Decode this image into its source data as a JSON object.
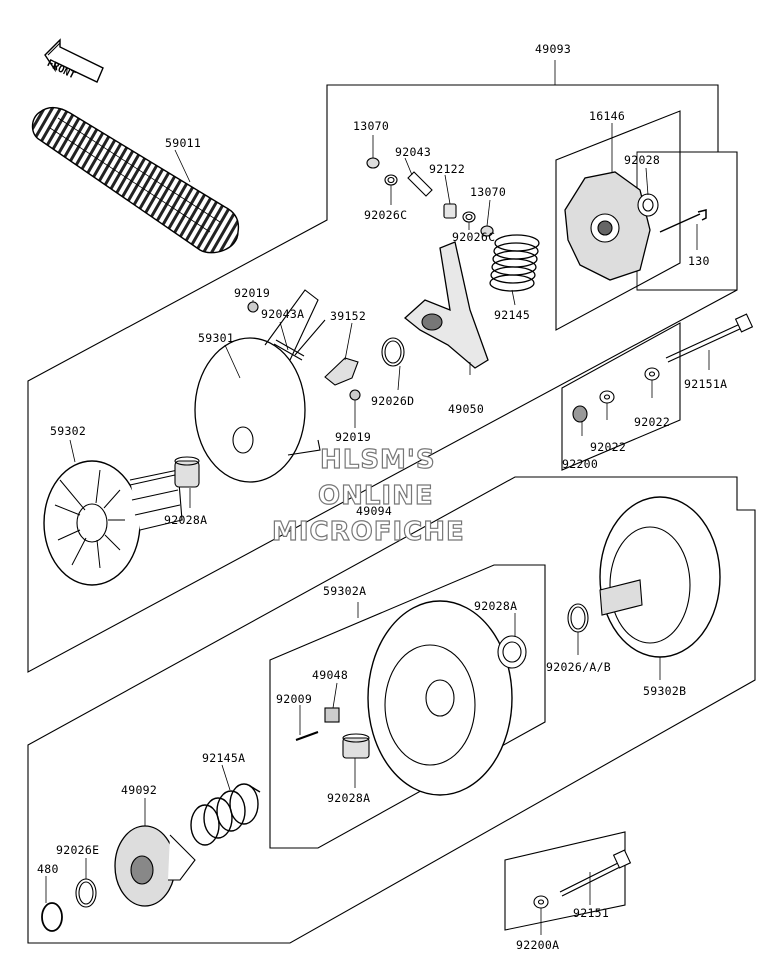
{
  "direction_label": "FRONT",
  "watermark": [
    "HLSM'S",
    "ONLINE",
    "MICROFICHE"
  ],
  "parts": {
    "p49093": "49093",
    "p59011": "59011",
    "p13070a": "13070",
    "p92043": "92043",
    "p16146": "16146",
    "p92122": "92122",
    "p92028": "92028",
    "p13070b": "13070",
    "p92026Ca": "92026C",
    "p92026Cb": "92026C",
    "p130": "130",
    "p92019a": "92019",
    "p92043A": "92043A",
    "p39152": "39152",
    "p92145": "92145",
    "p59301": "59301",
    "p92151A": "92151A",
    "p92026D": "92026D",
    "p49050": "49050",
    "p92022a": "92022",
    "p59302": "59302",
    "p92019b": "92019",
    "p92022b": "92022",
    "p92200": "92200",
    "p92028A": "92028A",
    "p49094": "49094",
    "p59302A": "59302A",
    "p92028Ab": "92028A",
    "p92026AB": "92026/A/B",
    "p49048": "49048",
    "p92009": "92009",
    "p59302B": "59302B",
    "p92145A": "92145A",
    "p92028Ac": "92028A",
    "p49092": "49092",
    "p92026E": "92026E",
    "p480": "480",
    "p92151": "92151",
    "p92200A": "92200A"
  }
}
